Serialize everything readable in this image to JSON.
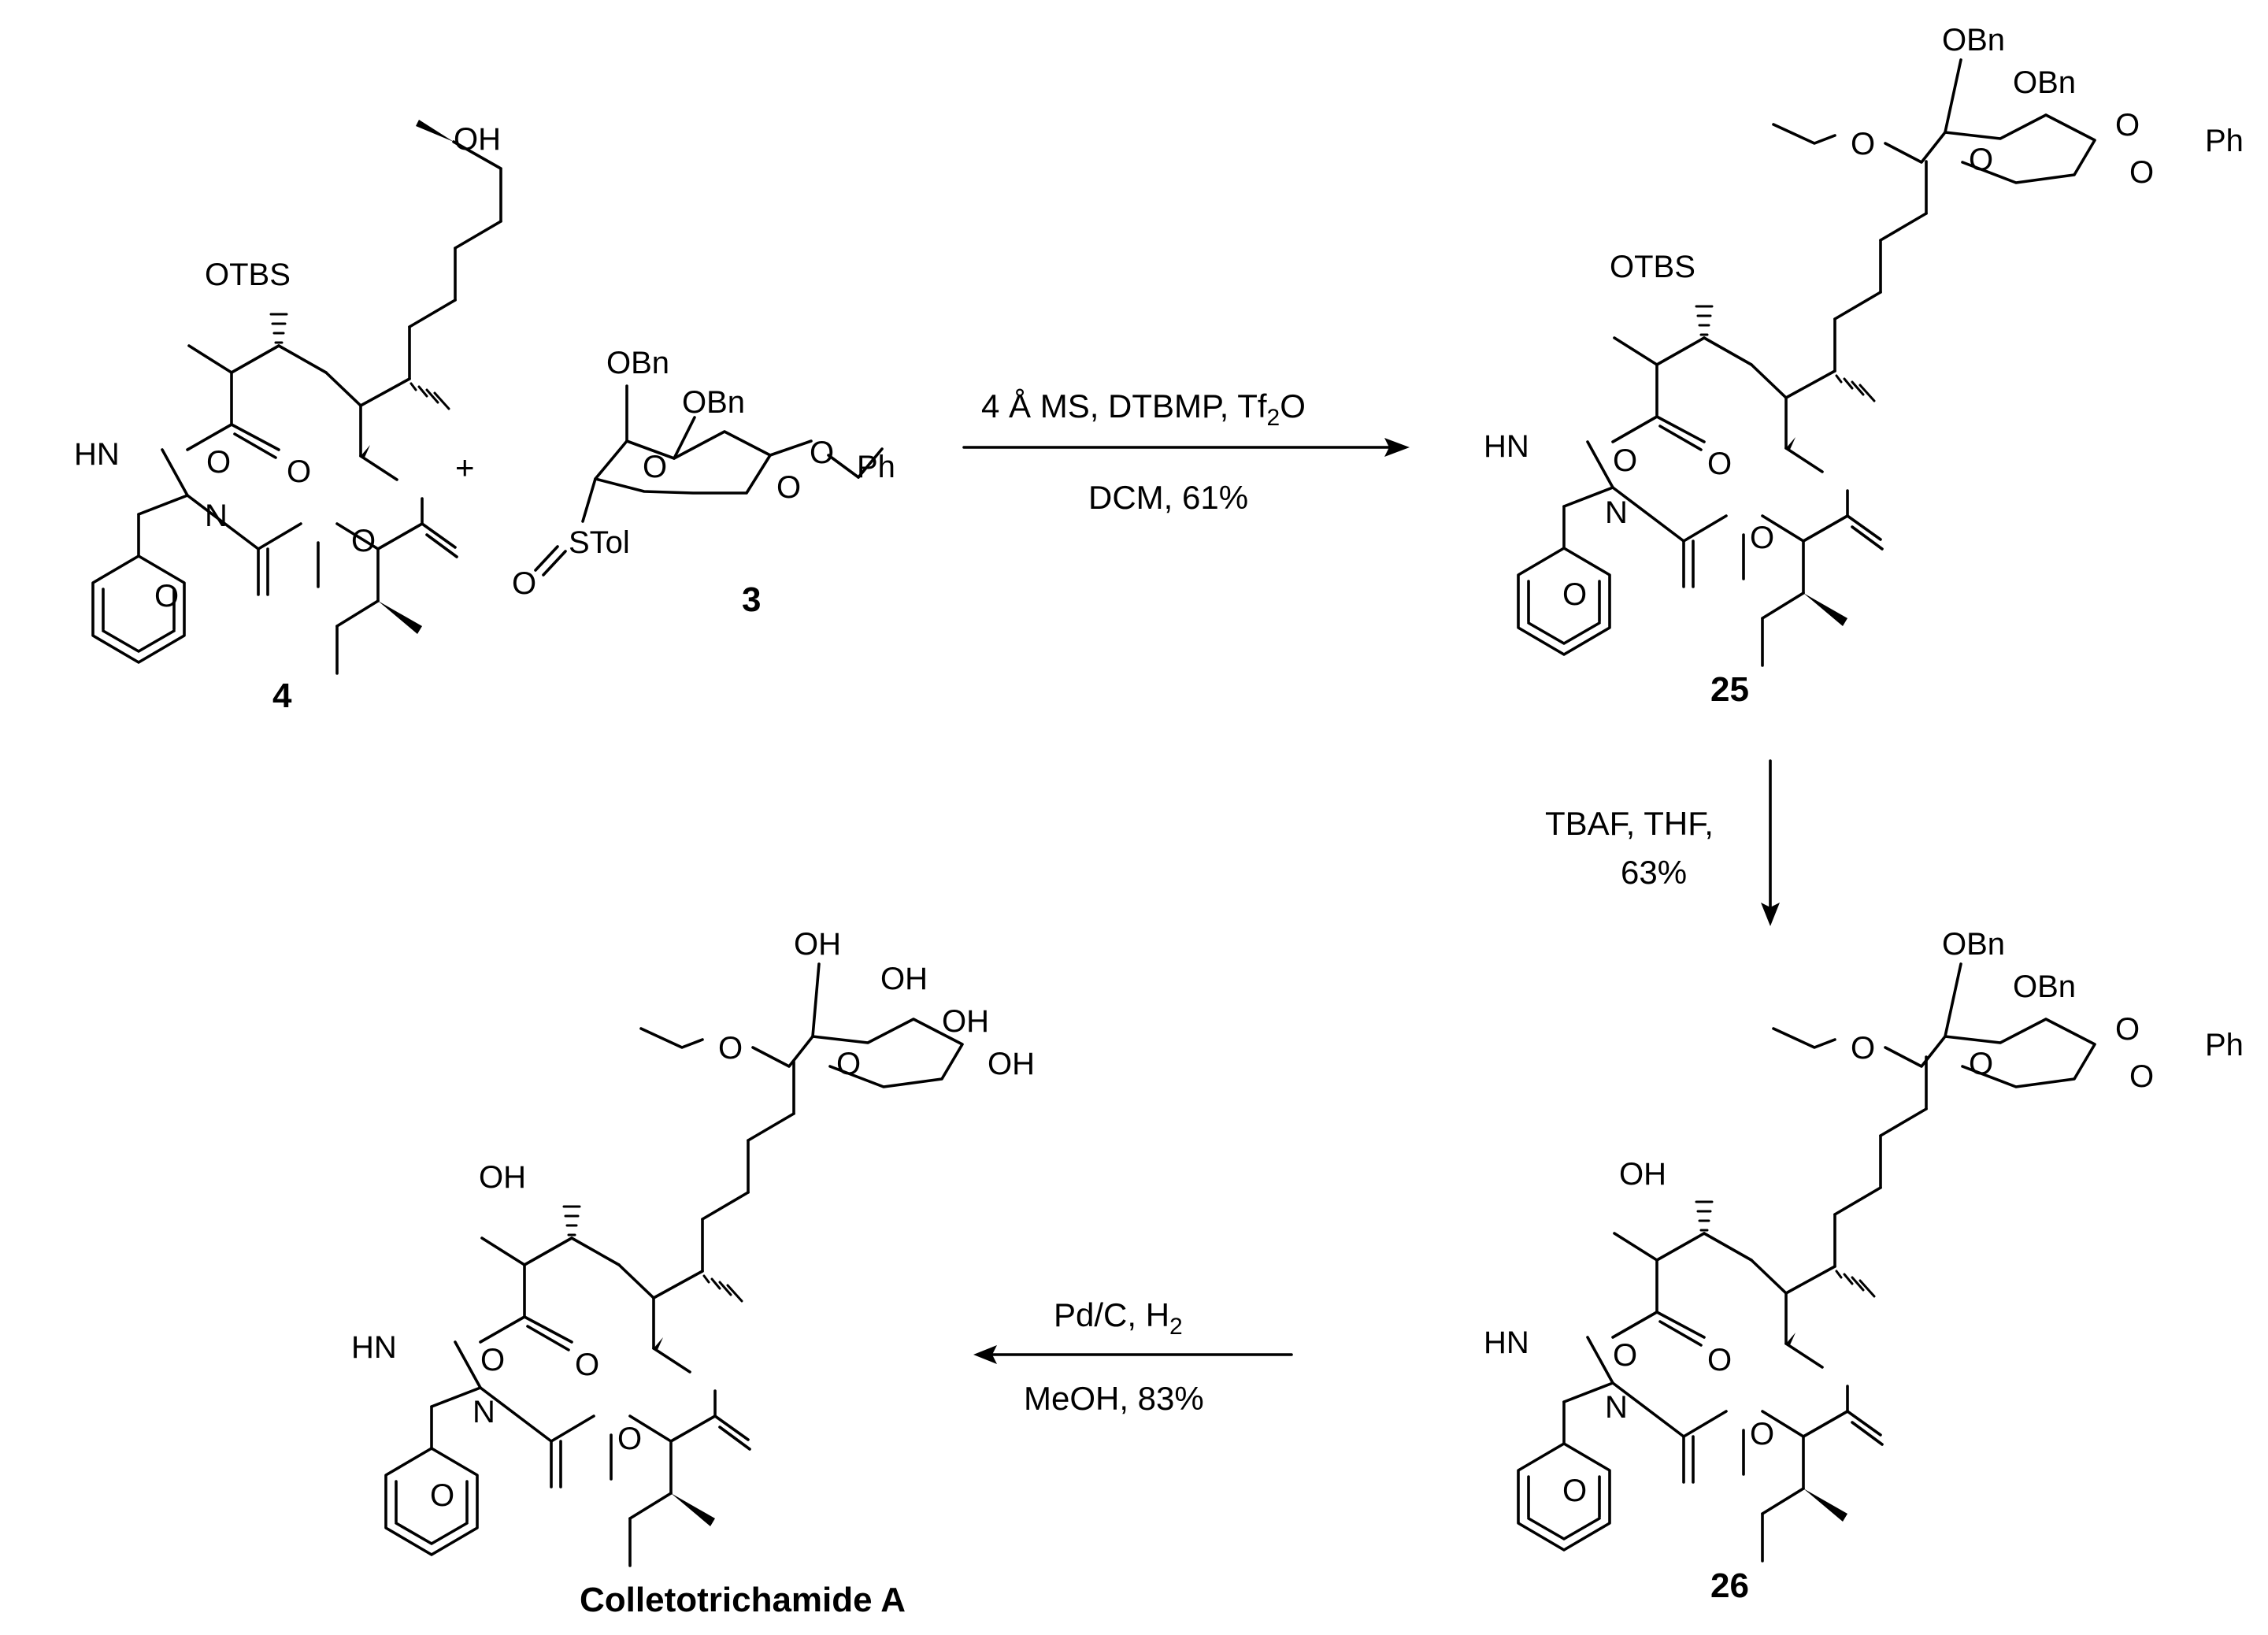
{
  "compounds": {
    "c4": "4",
    "c3": "3",
    "c25": "25",
    "c26": "26",
    "final": "Colletotrichamide A"
  },
  "plus": "+",
  "reactions": {
    "step1_above": "4 Å MS, DTBMP, Tf",
    "step1_sub": "2",
    "step1_above_end": "O",
    "step1_below": "DCM, 61%",
    "step2_line1": "TBAF, THF,",
    "step2_line2": "63%",
    "step3_above": "Pd/C, H",
    "step3_sub": "2",
    "step3_below": "MeOH, 83%"
  },
  "atoms": {
    "oh": "OH",
    "otbs": "OTBS",
    "obn": "OBn",
    "o": "O",
    "hn": "HN",
    "n": "N",
    "ph": "Ph",
    "stol": "STol"
  }
}
